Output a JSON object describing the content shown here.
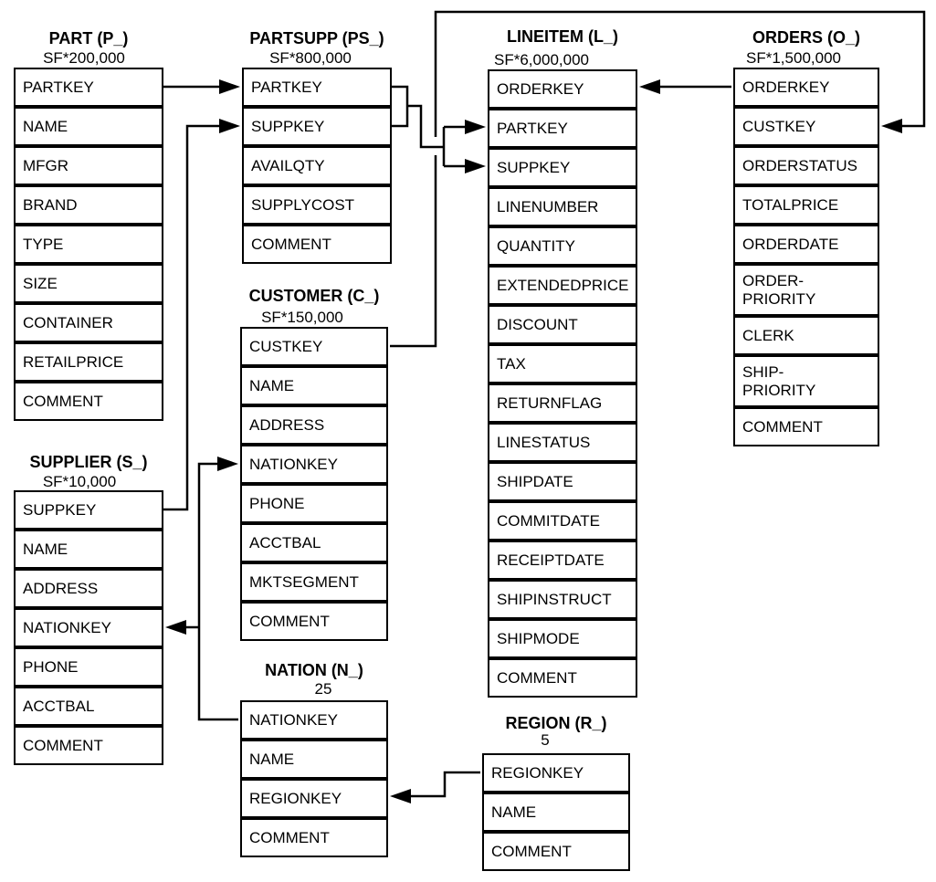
{
  "diagram": {
    "tables": [
      {
        "id": "part",
        "header": "PART (P_)",
        "cardinality": "SF*200,000",
        "columns": [
          "PARTKEY",
          "NAME",
          "MFGR",
          "BRAND",
          "TYPE",
          "SIZE",
          "CONTAINER",
          "RETAILPRICE",
          "COMMENT"
        ]
      },
      {
        "id": "partsupp",
        "header": "PARTSUPP (PS_)",
        "cardinality": "SF*800,000",
        "columns": [
          "PARTKEY",
          "SUPPKEY",
          "AVAILQTY",
          "SUPPLYCOST",
          "COMMENT"
        ]
      },
      {
        "id": "lineitem",
        "header": "LINEITEM (L_)",
        "cardinality": "SF*6,000,000",
        "columns": [
          "ORDERKEY",
          "PARTKEY",
          "SUPPKEY",
          "LINENUMBER",
          "QUANTITY",
          "EXTENDEDPRICE",
          "DISCOUNT",
          "TAX",
          "RETURNFLAG",
          "LINESTATUS",
          "SHIPDATE",
          "COMMITDATE",
          "RECEIPTDATE",
          "SHIPINSTRUCT",
          "SHIPMODE",
          "COMMENT"
        ]
      },
      {
        "id": "orders",
        "header": "ORDERS (O_)",
        "cardinality": "SF*1,500,000",
        "columns": [
          "ORDERKEY",
          "CUSTKEY",
          "ORDERSTATUS",
          "TOTALPRICE",
          "ORDERDATE",
          "ORDER-\nPRIORITY",
          "CLERK",
          "SHIP-\nPRIORITY",
          "COMMENT"
        ]
      },
      {
        "id": "supplier",
        "header": "SUPPLIER (S_)",
        "cardinality": "SF*10,000",
        "columns": [
          "SUPPKEY",
          "NAME",
          "ADDRESS",
          "NATIONKEY",
          "PHONE",
          "ACCTBAL",
          "COMMENT"
        ]
      },
      {
        "id": "customer",
        "header": "CUSTOMER (C_)",
        "cardinality": "SF*150,000",
        "columns": [
          "CUSTKEY",
          "NAME",
          "ADDRESS",
          "NATIONKEY",
          "PHONE",
          "ACCTBAL",
          "MKTSEGMENT",
          "COMMENT"
        ]
      },
      {
        "id": "nation",
        "header": "NATION (N_)",
        "cardinality": "25",
        "columns": [
          "NATIONKEY",
          "NAME",
          "REGIONKEY",
          "COMMENT"
        ]
      },
      {
        "id": "region",
        "header": "REGION (R_)",
        "cardinality": "5",
        "columns": [
          "REGIONKEY",
          "NAME",
          "COMMENT"
        ]
      }
    ],
    "relationships": [
      {
        "from": "PART.PARTKEY",
        "to": "PARTSUPP.PARTKEY"
      },
      {
        "from": "SUPPLIER.SUPPKEY",
        "to": "PARTSUPP.SUPPKEY"
      },
      {
        "from": "PARTSUPP.PARTKEY",
        "to": "LINEITEM.PARTKEY"
      },
      {
        "from": "PARTSUPP.SUPPKEY",
        "to": "LINEITEM.SUPPKEY"
      },
      {
        "from": "ORDERS.ORDERKEY",
        "to": "LINEITEM.ORDERKEY"
      },
      {
        "from": "CUSTOMER.CUSTKEY",
        "to": "ORDERS.CUSTKEY"
      },
      {
        "from": "NATION.NATIONKEY",
        "to": "CUSTOMER.NATIONKEY"
      },
      {
        "from": "NATION.NATIONKEY",
        "to": "SUPPLIER.NATIONKEY"
      },
      {
        "from": "REGION.REGIONKEY",
        "to": "NATION.REGIONKEY"
      }
    ],
    "colors": {
      "line": "#000000",
      "background": "#ffffff",
      "text": "#000000"
    }
  }
}
